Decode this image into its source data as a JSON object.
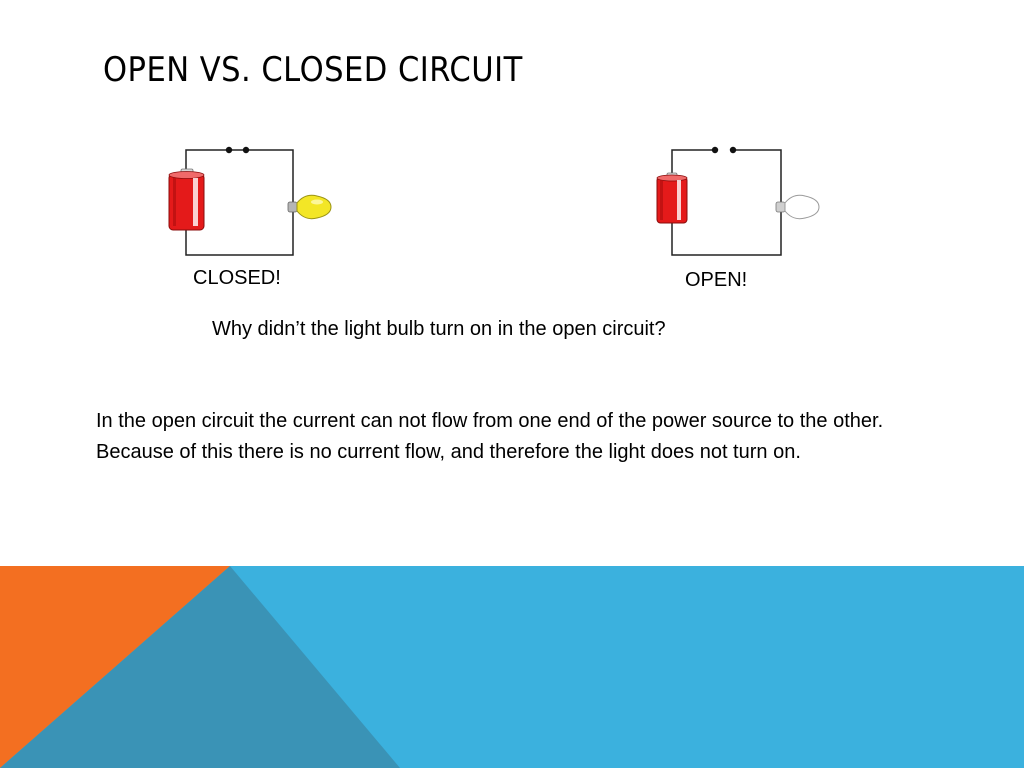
{
  "slide": {
    "title": "OPEN VS. CLOSED CIRCUIT",
    "circuits": {
      "closed": {
        "caption": "CLOSED!",
        "bulb_color": "#f3e626"
      },
      "open": {
        "caption": "OPEN!",
        "bulb_color": "#ffffff"
      }
    },
    "question": "Why didn’t the light bulb turn on in the open circuit?",
    "explanation": "In the open circuit the current can not flow from one end of the power source to the other.  Because of this there is no current flow, and therefore the light does not turn on."
  },
  "colors": {
    "battery_red": "#e41a1a",
    "footer_orange": "#f36f21",
    "footer_blue": "#3bb1de",
    "footer_dark_blue": "#3a93b6"
  }
}
